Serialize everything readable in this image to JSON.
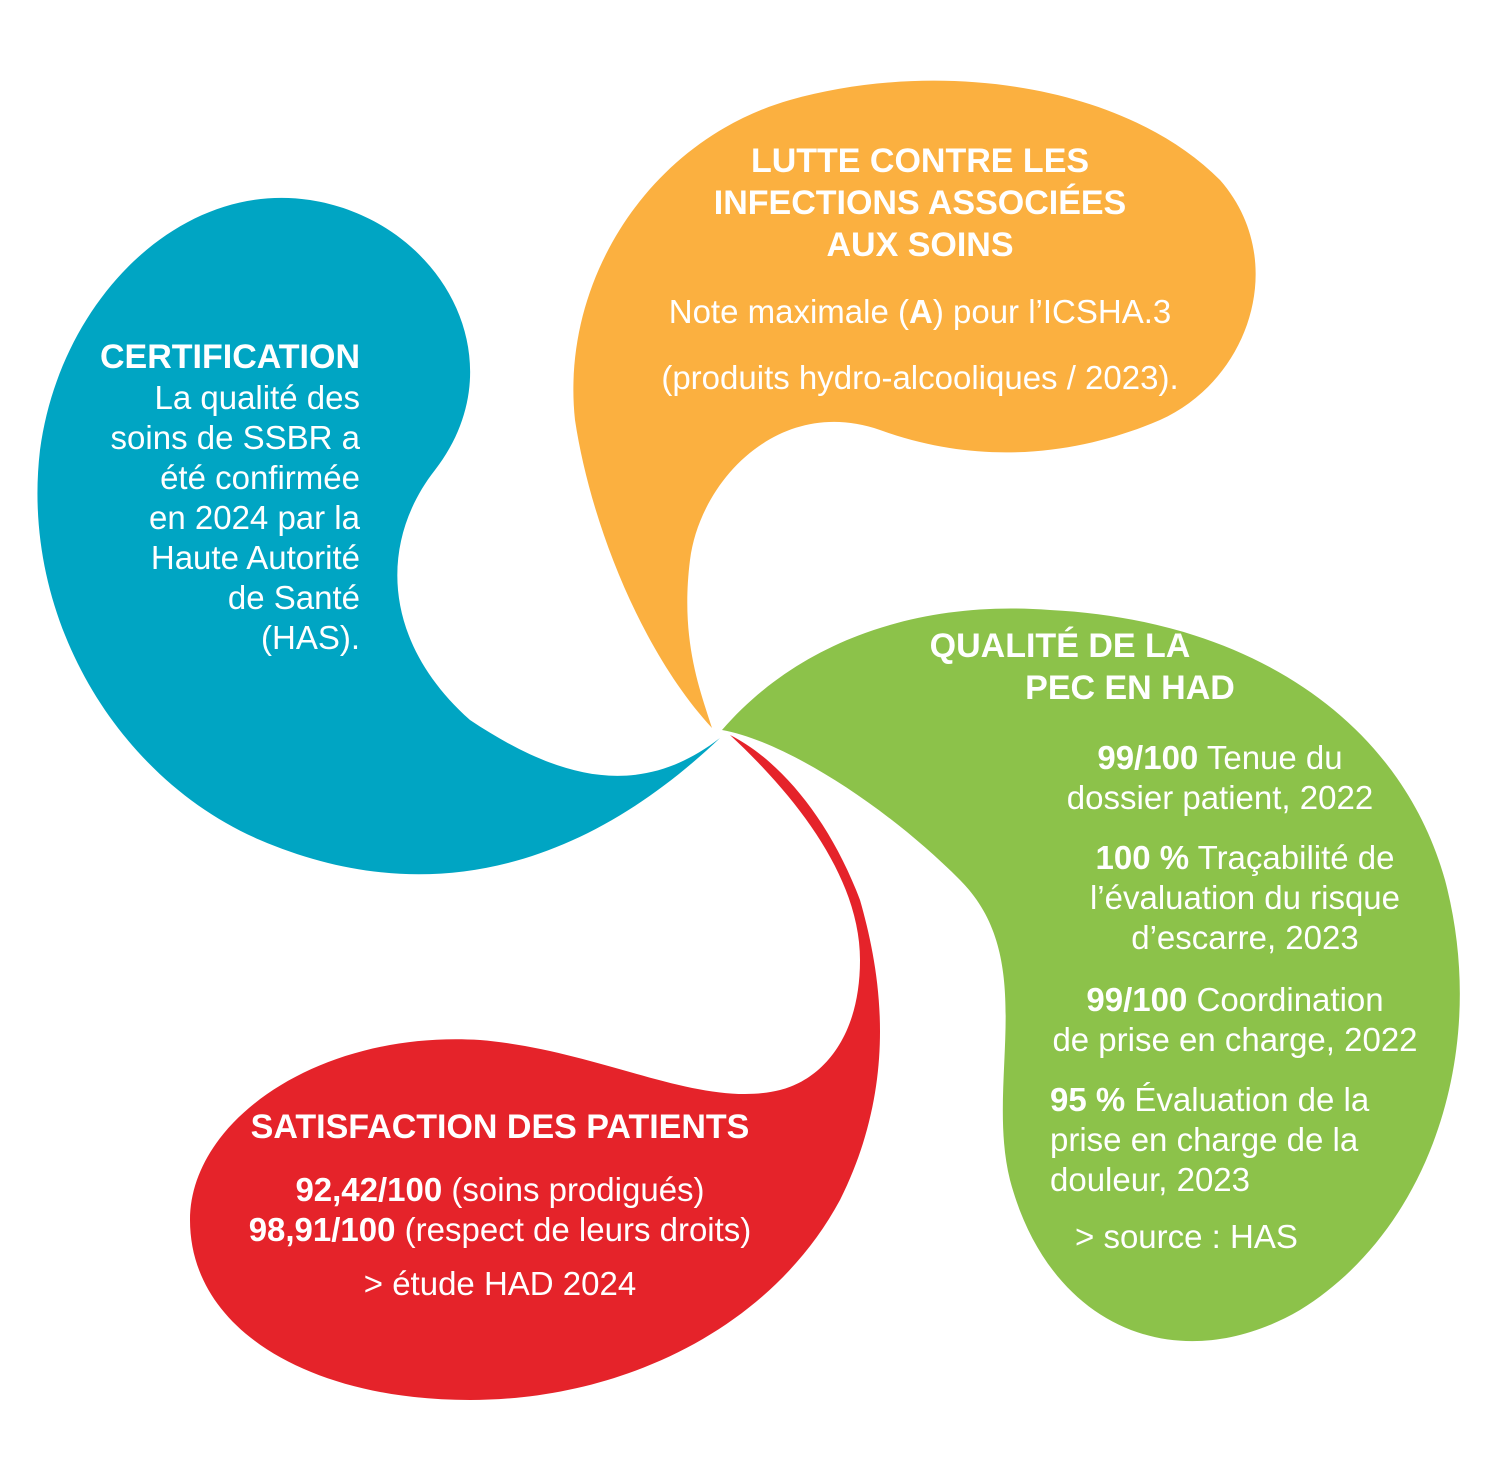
{
  "colors": {
    "certification": "#00A5C3",
    "infections": "#FBB040",
    "had": "#8CC24A",
    "satisfaction": "#E5232A",
    "text": "#FFFFFF"
  },
  "certification": {
    "title": "CERTIFICATION",
    "lines": [
      "La qualité des",
      "soins de SSBR a",
      "été confirmée",
      "en 2024 par la",
      "Haute Autorité",
      "de Santé",
      "(HAS)."
    ]
  },
  "infections": {
    "title_lines": [
      "LUTTE CONTRE LES",
      "INFECTIONS ASSOCIÉES",
      "AUX SOINS"
    ],
    "line1_pre": "Note maximale (",
    "line1_bold": "A",
    "line1_post": ") pour l’ICSHA.3",
    "line2": "(produits hydro-alcooliques / 2023)."
  },
  "had": {
    "title_lines": [
      "QUALITÉ DE LA",
      "PEC EN HAD"
    ],
    "items": [
      {
        "value": "99/100",
        "line1": " Tenue du",
        "rest": [
          "dossier patient, 2022"
        ]
      },
      {
        "value": "100 %",
        "line1": " Traçabilité de",
        "rest": [
          "l’évaluation du risque",
          "d’escarre, 2023"
        ]
      },
      {
        "value": "99/100",
        "line1": " Coordination",
        "rest": [
          "de prise en charge, 2022"
        ]
      },
      {
        "value": "95 %",
        "line1": " Évaluation de la",
        "rest": [
          "prise en charge de la",
          "douleur, 2023"
        ]
      }
    ],
    "source": "> source : HAS"
  },
  "satisfaction": {
    "title": "SATISFACTION DES PATIENTS",
    "items": [
      {
        "value": "92,42/100",
        "text": " (soins prodigués)"
      },
      {
        "value": "98,91/100",
        "text": " (respect de leurs droits)"
      }
    ],
    "source": "> étude HAD 2024"
  }
}
